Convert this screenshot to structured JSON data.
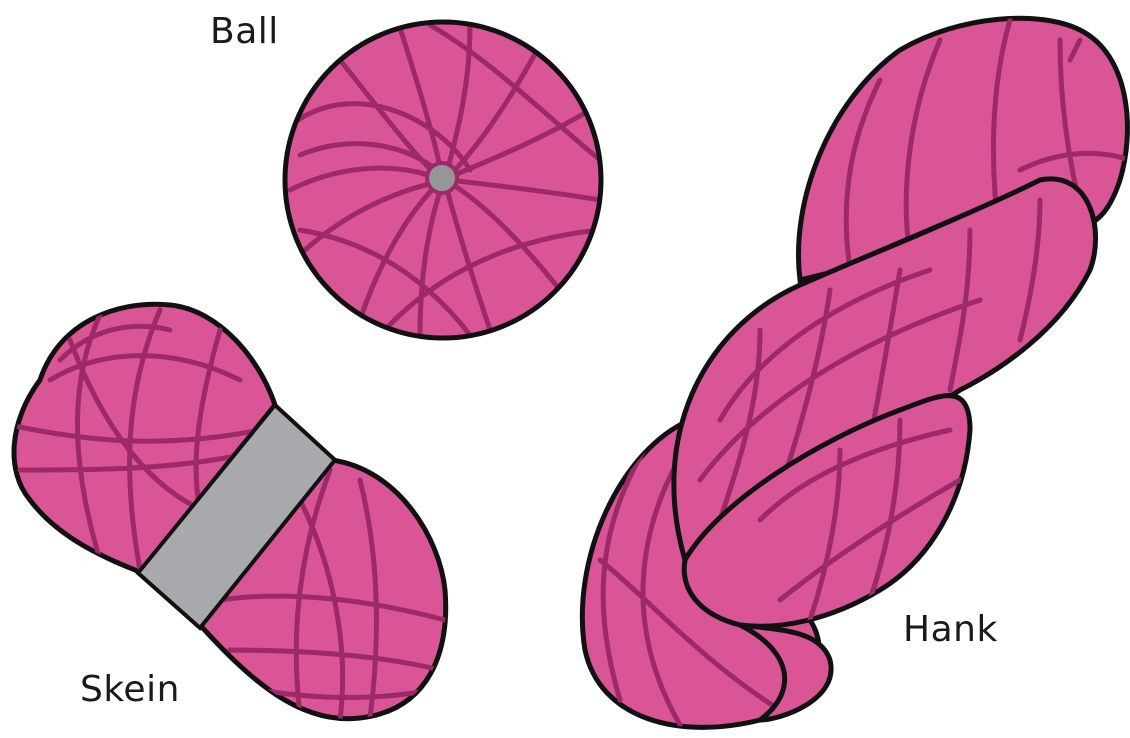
{
  "labels": {
    "ball": "Ball",
    "skein": "Skein",
    "hank": "Hank"
  },
  "colors": {
    "yarn_fill": "#d95596",
    "yarn_strand": "#9b2a66",
    "outline": "#111111",
    "band": "#a7a9ac",
    "center_hole": "#949699",
    "background": "#ffffff"
  },
  "illustrations": [
    {
      "name": "ball",
      "label_key": "ball"
    },
    {
      "name": "skein",
      "label_key": "skein"
    },
    {
      "name": "hank",
      "label_key": "hank"
    }
  ]
}
